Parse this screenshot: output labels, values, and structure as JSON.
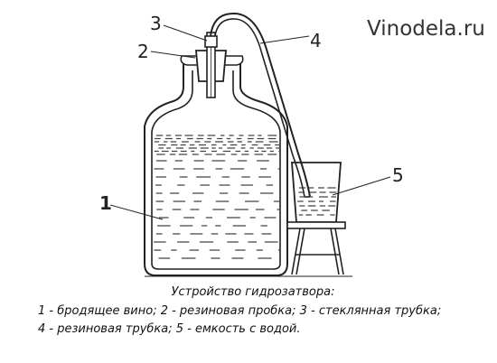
{
  "site_label": "Vinodela.ru",
  "callouts": {
    "c1": "1",
    "c2": "2",
    "c3": "3",
    "c4": "4",
    "c5": "5"
  },
  "caption": {
    "title": "Устройство гидрозатвора:",
    "line1": "1 - бродящее вино; 2 - резиновая пробка; 3 - стеклянная трубка;",
    "line2": "4 - резиновая трубка; 5 - емкость с водой."
  },
  "colors": {
    "ink": "#222222",
    "background": "#ffffff",
    "fill_hatch": "#444444"
  }
}
